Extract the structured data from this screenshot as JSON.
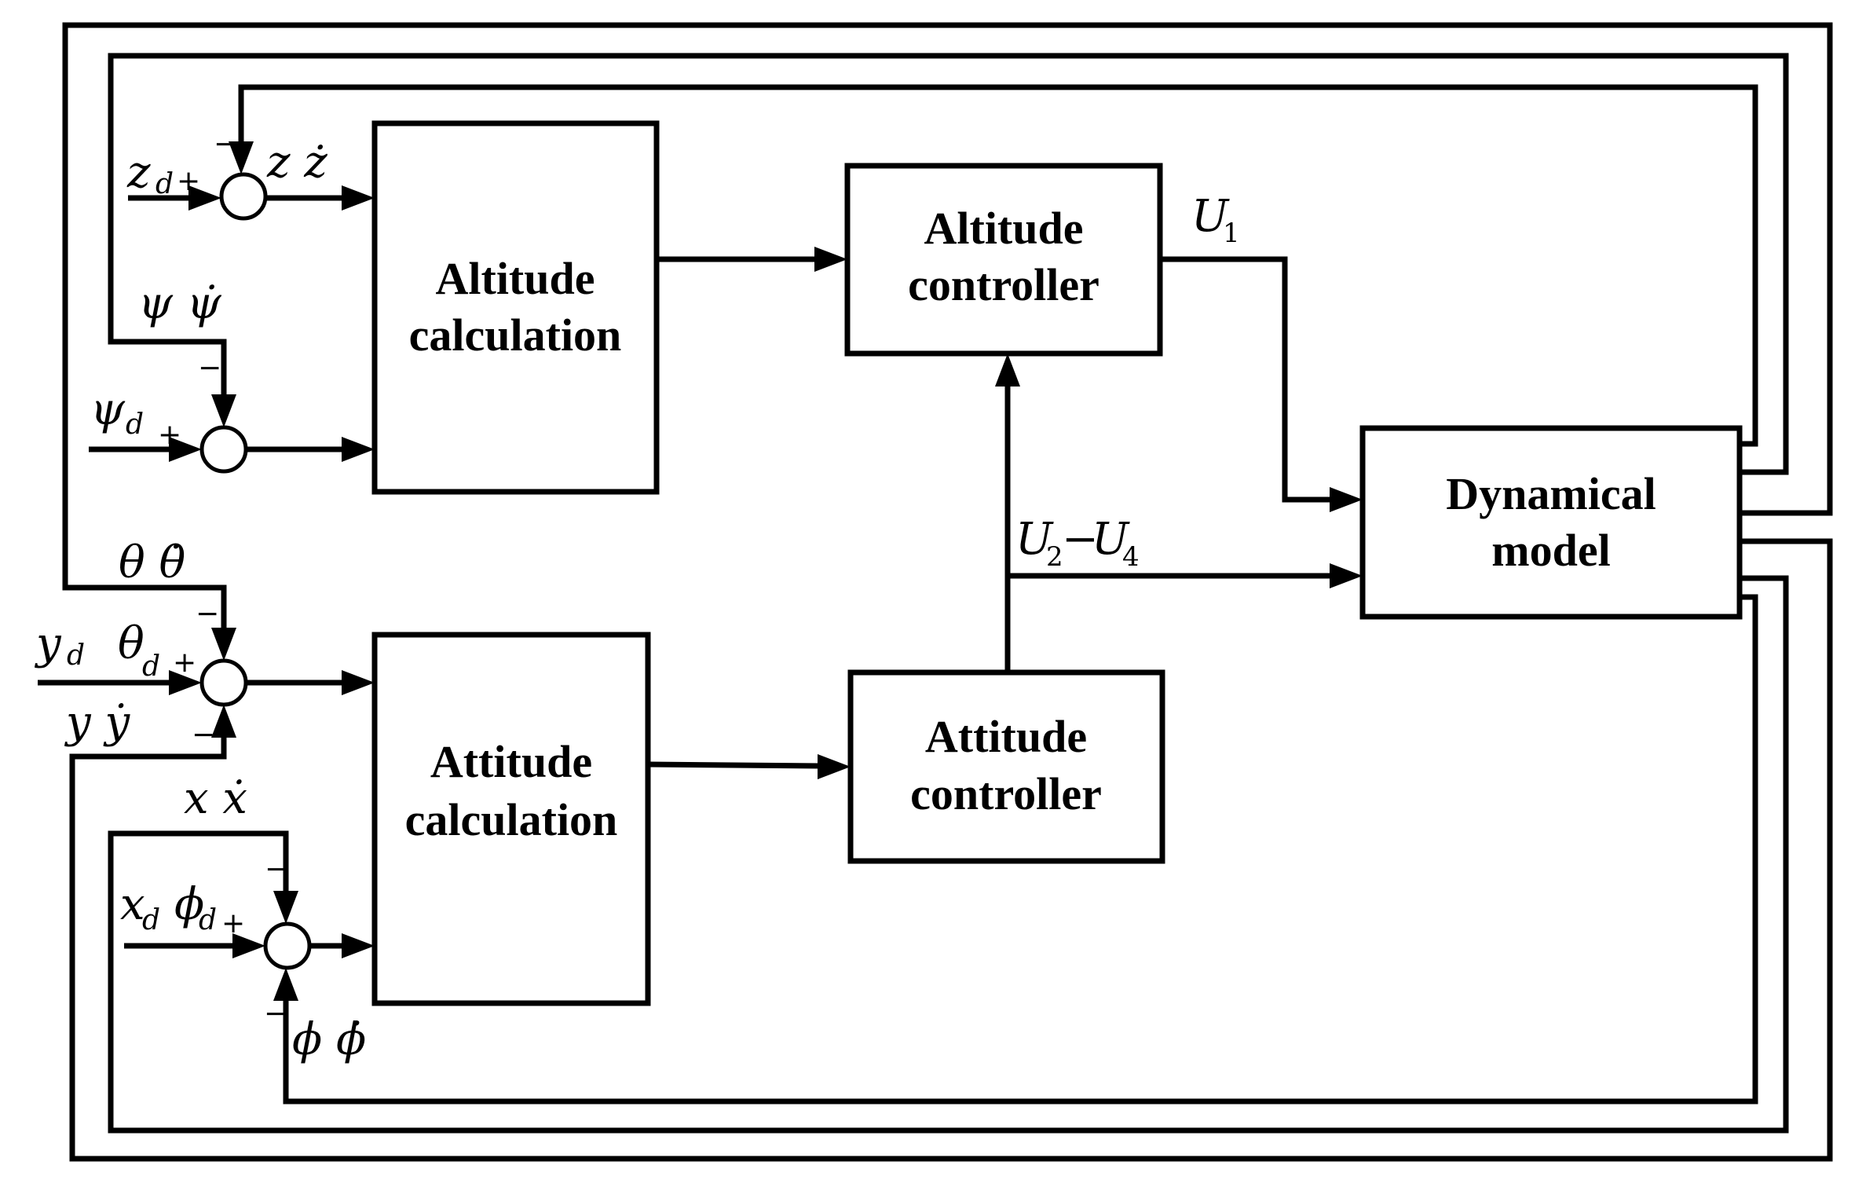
{
  "blocks": {
    "altitude_calc": [
      "Altitude",
      "calculation"
    ],
    "altitude_ctrl": [
      "Altitude",
      "controller"
    ],
    "attitude_calc": [
      "Attitude",
      "calculation"
    ],
    "attitude_ctrl": [
      "Attitude",
      "controller"
    ],
    "dynamics": [
      "Dynamical",
      "model"
    ]
  },
  "signals": {
    "u1": {
      "main": "U",
      "sub": "1"
    },
    "u24": {
      "a": "U",
      "a_sub": "2",
      "dash": "−",
      "b": "U",
      "b_sub": "4"
    },
    "zd": {
      "main": "z",
      "sub": "d"
    },
    "z_fb": "z  ż",
    "psi_fb": "ψ  ψ̇",
    "psid": {
      "main": "ψ",
      "sub": "d"
    },
    "theta_fb": "θ  θ̇",
    "yd": {
      "main": "y",
      "sub": "d"
    },
    "thetad": {
      "main": "θ",
      "sub": "d"
    },
    "y_fb": "y  ẏ",
    "x_fb": "x  ẋ",
    "xd": {
      "main": "x",
      "sub": "d"
    },
    "phid": {
      "main": "ϕ",
      "sub": "d"
    },
    "phi_fb": "ϕ  ϕ̇"
  },
  "signs": {
    "plus": "+",
    "minus": "−"
  }
}
